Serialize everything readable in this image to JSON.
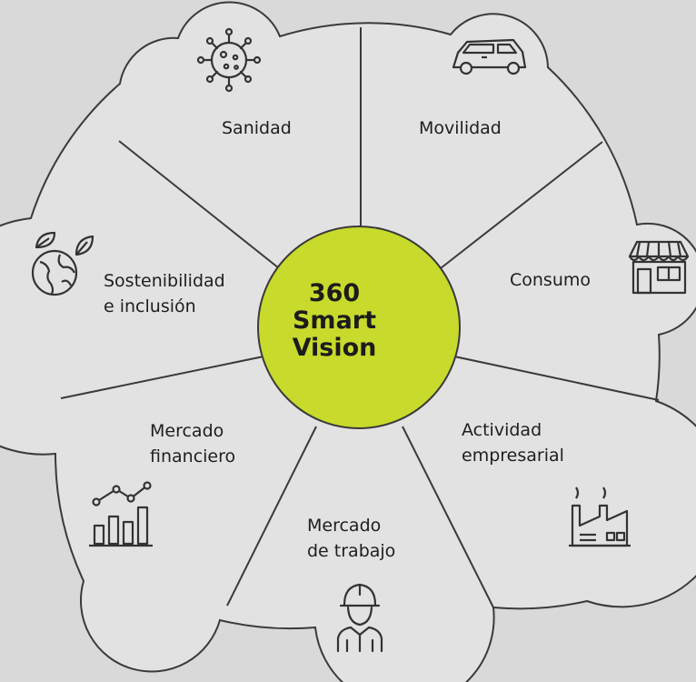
{
  "center": {
    "label": "360\nSmart\nVision",
    "color": "#c8da2b"
  },
  "colors": {
    "background": "#d9d9d9",
    "wheel": "#e2e2e2",
    "stroke": "#3a3a3a"
  },
  "segments": [
    {
      "label": "Sanidad",
      "icon": "virus-icon"
    },
    {
      "label": "Movilidad",
      "icon": "car-icon"
    },
    {
      "label": "Consumo",
      "icon": "storefront-icon"
    },
    {
      "label": "Actividad\nempresarial",
      "icon": "factory-icon"
    },
    {
      "label": "Mercado\nde trabajo",
      "icon": "worker-icon"
    },
    {
      "label": "Mercado\nfinanciero",
      "icon": "financial-chart-icon"
    },
    {
      "label": "Sostenibilidad\ne inclusión",
      "icon": "eco-globe-icon"
    }
  ]
}
